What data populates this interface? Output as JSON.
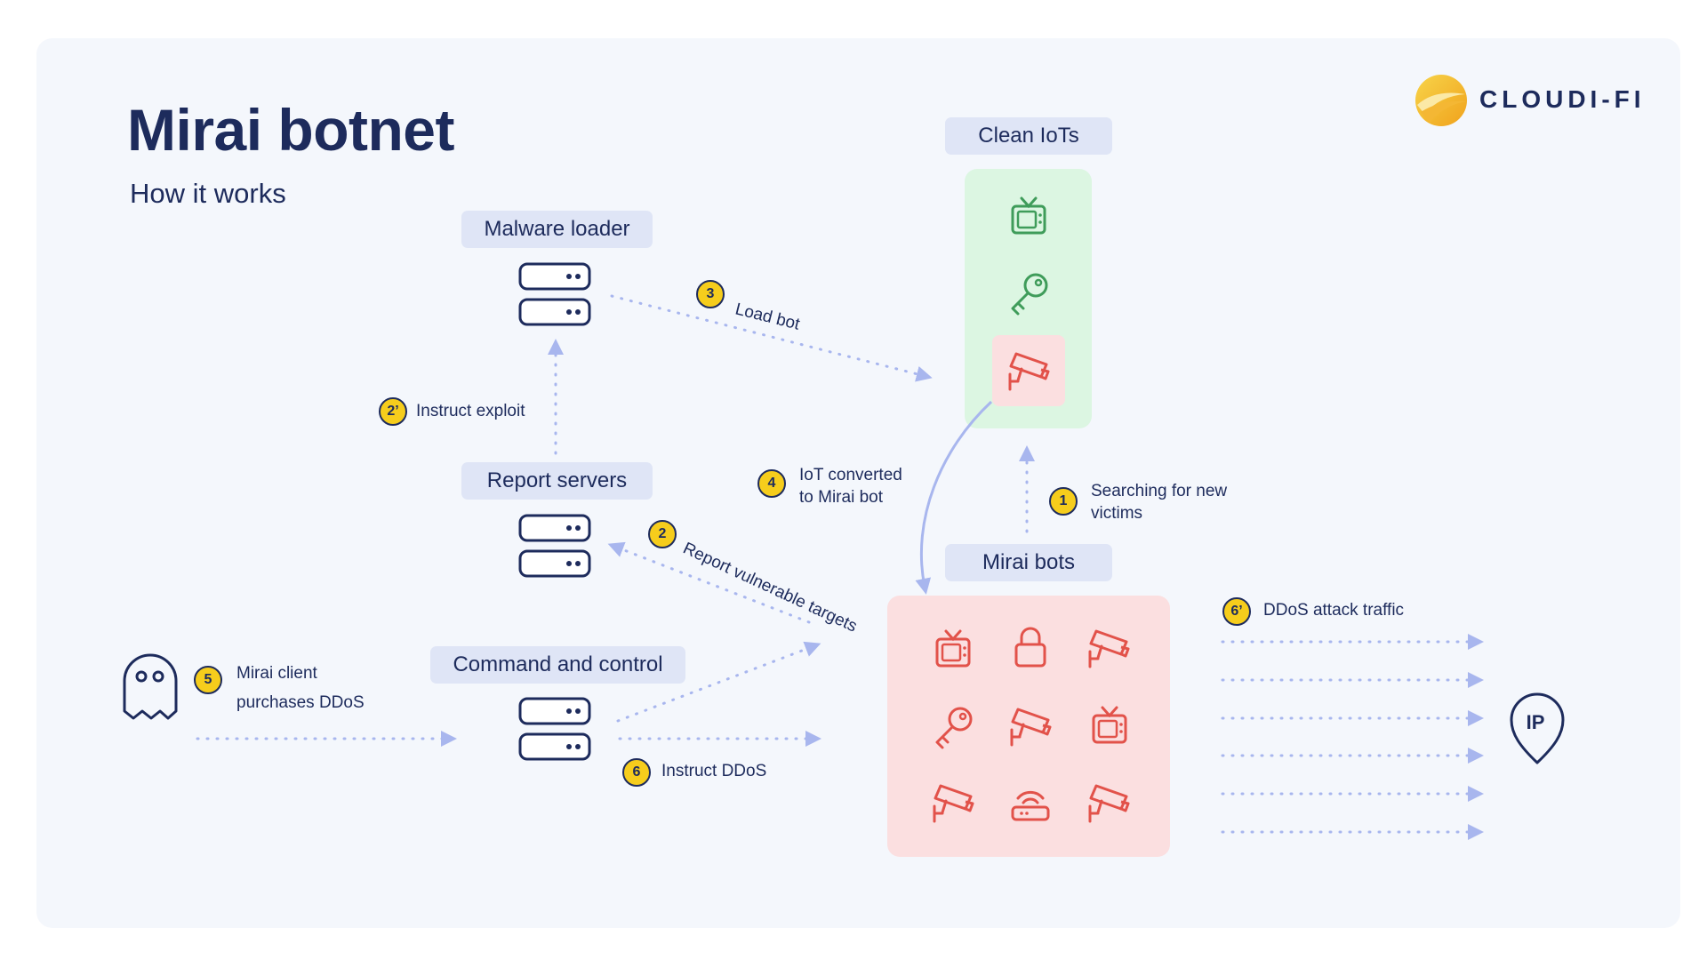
{
  "header": {
    "title": "Mirai botnet",
    "subtitle": "How it works",
    "brand": "CLOUDI-FI"
  },
  "nodes": {
    "malware_loader": "Malware loader",
    "report_servers": "Report servers",
    "command_and_control": "Command and control",
    "clean_iots": "Clean IoTs",
    "mirai_bots": "Mirai bots",
    "target": "IP"
  },
  "steps": [
    {
      "badge": "1",
      "text_line1": "Searching for new",
      "text_line2": "victims"
    },
    {
      "badge": "2",
      "text": "Report vulnerable targets"
    },
    {
      "badge": "2’",
      "text": "Instruct exploit"
    },
    {
      "badge": "3",
      "text": "Load bot"
    },
    {
      "badge": "4",
      "text_line1": "IoT converted",
      "text_line2": "to Mirai bot"
    },
    {
      "badge": "5",
      "text_line1": "Mirai client",
      "text_line2": "purchases DDoS"
    },
    {
      "badge": "6",
      "text": "Instruct DDoS"
    },
    {
      "badge": "6’",
      "text": "DDoS attack traffic"
    }
  ],
  "icons": {
    "clean_iots": [
      "tv-icon",
      "key-icon",
      "security-camera-icon"
    ],
    "mirai_bots": [
      "tv-icon",
      "lock-icon",
      "security-camera-icon",
      "key-icon",
      "security-camera-icon",
      "tv-icon",
      "security-camera-icon",
      "router-icon",
      "security-camera-icon"
    ],
    "client": "ghost-icon",
    "server": "server-icon",
    "target": "location-pin-icon"
  },
  "colors": {
    "navy": "#1d2b5c",
    "badge_yellow": "#f6cd1c",
    "arrow_blue": "#a8b6ee",
    "clean_green_bg": "#dcf6e2",
    "clean_green_icon": "#3f9c5a",
    "infected_red_bg": "#fbdfe0",
    "infected_red_icon": "#e2524a",
    "pill_bg": "#dfe5f6",
    "card_bg": "#f4f7fc"
  }
}
